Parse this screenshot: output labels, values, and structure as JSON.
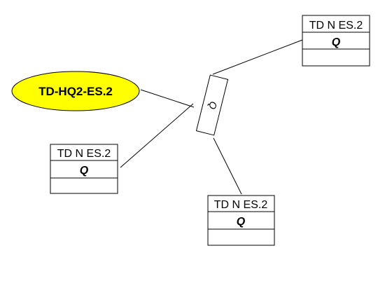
{
  "colors": {
    "ellipse_fill": "#ffff00",
    "stroke": "#000000",
    "background": "#ffffff"
  },
  "ellipse": {
    "label": "TD-HQ2-ES.2"
  },
  "relationship": {
    "label": "Q"
  },
  "entities": [
    {
      "title": "TD N ES.2",
      "attr": "Q"
    },
    {
      "title": "TD N ES.2",
      "attr": "Q"
    },
    {
      "title": "TD N ES.2",
      "attr": "Q"
    }
  ]
}
